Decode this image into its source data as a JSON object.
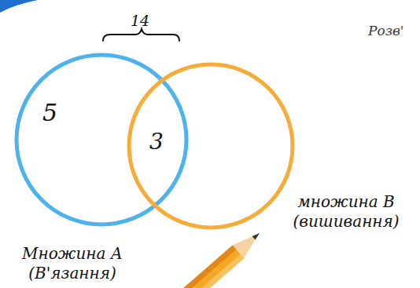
{
  "diagram": {
    "nodes": [
      {
        "text": [
          "5",
          "Множина А (В'язання)"
        ]
      },
      {
        "text": [
          "множина В (вишивання)"
        ]
      }
    ],
    "labels": [
      "14",
      "3",
      "Розв'"
    ]
  }
}
